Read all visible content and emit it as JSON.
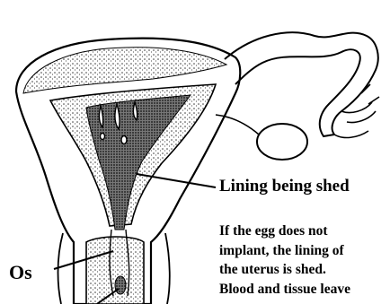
{
  "labels": {
    "lining": "Lining being shed",
    "os": "Os"
  },
  "caption": {
    "lines": [
      "If the egg does not",
      "implant, the lining of",
      "the uterus is shed.",
      "Blood and tissue leave"
    ]
  },
  "colors": {
    "ink": "#000000",
    "background": "#ffffff",
    "stipple": "#3a3a3a"
  }
}
